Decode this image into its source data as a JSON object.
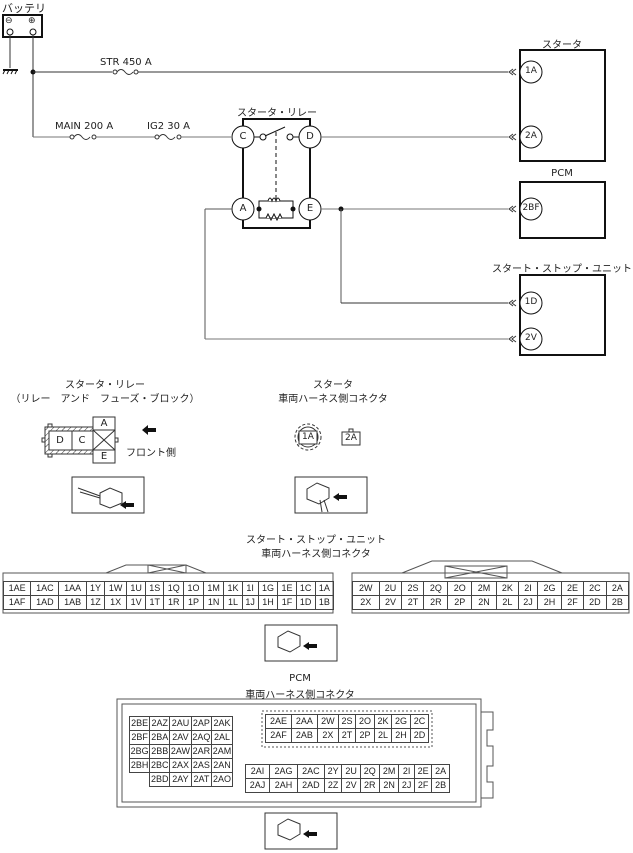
{
  "battery": {
    "label": "バッテリ",
    "neg": "⊖",
    "pos": "⊕"
  },
  "fuses": {
    "str": "STR 450 A",
    "main": "MAIN 200 A",
    "ig2": "IG2 30 A"
  },
  "relay": {
    "label": "スタータ・リレー",
    "terminals": {
      "c": "C",
      "d": "D",
      "a": "A",
      "e": "E"
    }
  },
  "starter": {
    "label": "スタータ",
    "pins": [
      "1A",
      "2A"
    ]
  },
  "pcm": {
    "label": "PCM",
    "pins": [
      "2BF"
    ]
  },
  "ssu": {
    "label": "スタート・ストップ・ユニット",
    "pins": [
      "1D",
      "2V"
    ]
  },
  "relay_connector": {
    "title1": "スタータ・リレー",
    "title2": "（リレー　アンド　フューズ・ブロック）",
    "cells": [
      "D",
      "C",
      "A",
      "E"
    ],
    "front_label": "フロント側"
  },
  "starter_connector": {
    "title1": "スタータ",
    "title2": "車両ハーネス側コネクタ",
    "pins": [
      "1A",
      "2A"
    ]
  },
  "ssu_connector": {
    "title1": "スタート・ストップ・ユニット",
    "title2": "車両ハーネス側コネクタ",
    "left_top": [
      "1AE",
      "1AC",
      "1AA",
      "1Y",
      "1W",
      "1U",
      "1S",
      "1Q",
      "1O",
      "1M",
      "1K",
      "1I",
      "1G",
      "1E",
      "1C",
      "1A"
    ],
    "left_bottom": [
      "1AF",
      "1AD",
      "1AB",
      "1Z",
      "1X",
      "1V",
      "1T",
      "1R",
      "1P",
      "1N",
      "1L",
      "1J",
      "1H",
      "1F",
      "1D",
      "1B"
    ],
    "right_top": [
      "2W",
      "2U",
      "2S",
      "2Q",
      "2O",
      "2M",
      "2K",
      "2I",
      "2G",
      "2E",
      "2C",
      "2A"
    ],
    "right_bottom": [
      "2X",
      "2V",
      "2T",
      "2R",
      "2P",
      "2N",
      "2L",
      "2J",
      "2H",
      "2F",
      "2D",
      "2B"
    ]
  },
  "pcm_connector": {
    "title1": "PCM",
    "title2": "車両ハーネス側コネクタ",
    "left_block": [
      [
        "2BE",
        "2AZ",
        "2AU",
        "2AP",
        "2AK"
      ],
      [
        "2BF",
        "2BA",
        "2AV",
        "2AQ",
        "2AL"
      ],
      [
        "2BG",
        "2BB",
        "2AW",
        "2AR",
        "2AM"
      ],
      [
        "2BH",
        "2BC",
        "2AX",
        "2AS",
        "2AN"
      ],
      [
        "",
        "2BD",
        "2AY",
        "2AT",
        "2AO"
      ]
    ],
    "upper_block": [
      [
        "2AE",
        "2AA",
        "2W",
        "2S",
        "2O",
        "2K",
        "2G",
        "2C"
      ],
      [
        "2AF",
        "2AB",
        "2X",
        "2T",
        "2P",
        "2L",
        "2H",
        "2D"
      ]
    ],
    "lower_block": [
      [
        "2AI",
        "2AG",
        "2AC",
        "2Y",
        "2U",
        "2Q",
        "2M",
        "2I",
        "2E",
        "2A"
      ],
      [
        "2AJ",
        "2AH",
        "2AD",
        "2Z",
        "2V",
        "2R",
        "2N",
        "2J",
        "2F",
        "2B"
      ]
    ]
  }
}
